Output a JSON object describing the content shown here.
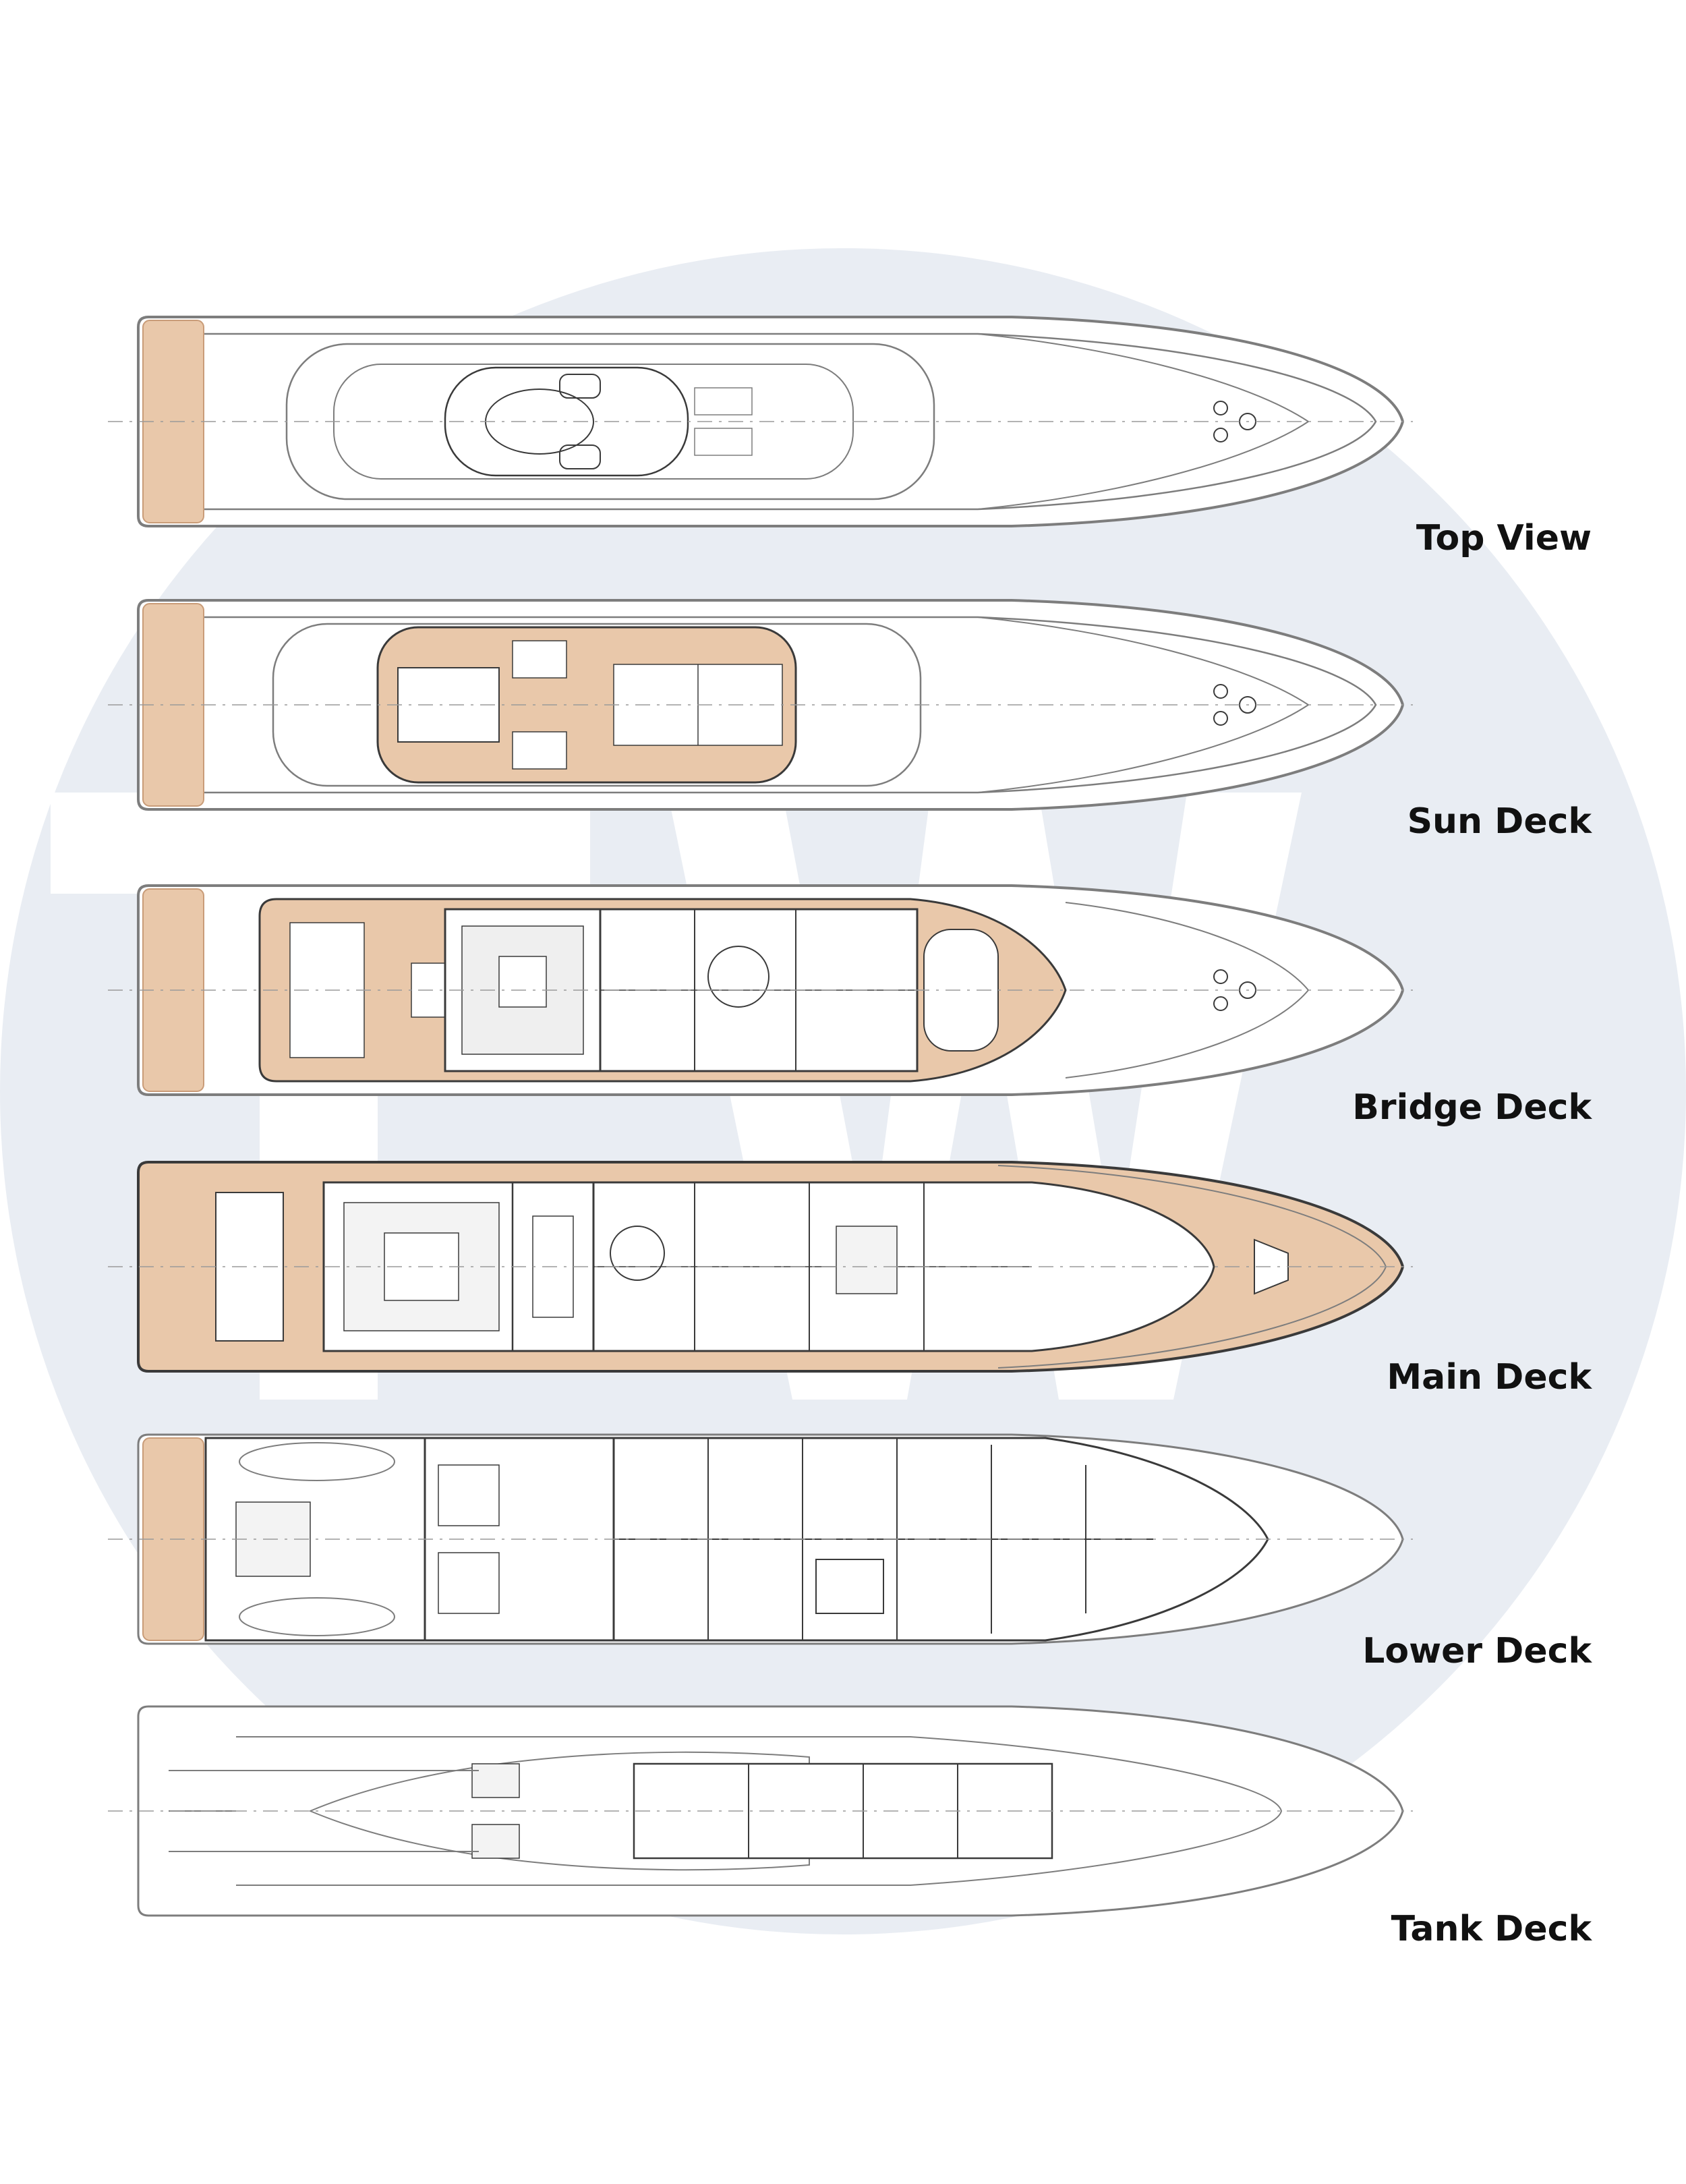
{
  "colors": {
    "teak": "#e9c8aa",
    "teak_dark": "#c99c78",
    "line": "#7d7d7d",
    "line_dark": "#3a3a3a",
    "watermark": "#e9edf3",
    "label": "#111111"
  },
  "watermark": {
    "text": "TW"
  },
  "decks": [
    {
      "id": "top-view",
      "label": "Top View"
    },
    {
      "id": "sun-deck",
      "label": "Sun Deck"
    },
    {
      "id": "bridge-deck",
      "label": "Bridge Deck"
    },
    {
      "id": "main-deck",
      "label": "Main Deck"
    },
    {
      "id": "lower-deck",
      "label": "Lower Deck"
    },
    {
      "id": "tank-deck",
      "label": "Tank  Deck"
    }
  ]
}
